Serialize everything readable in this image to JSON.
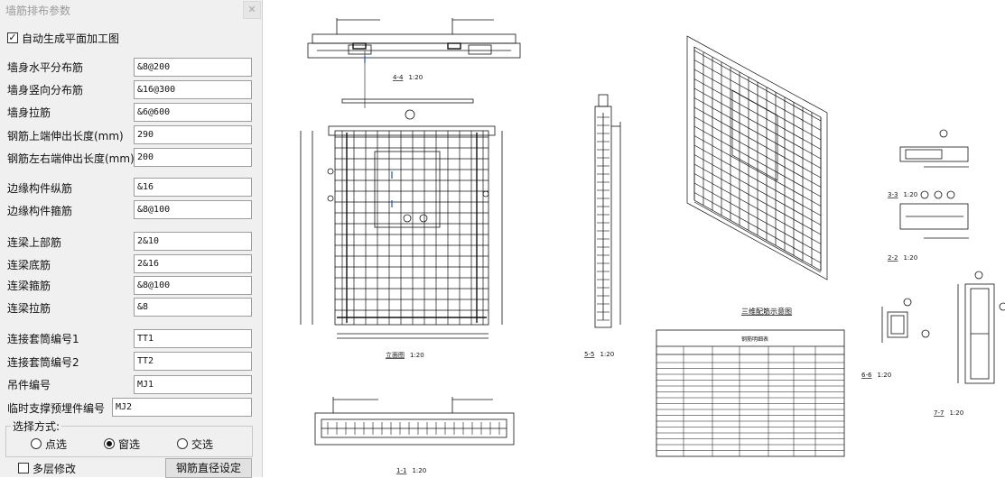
{
  "panel": {
    "title": "墙筋排布参数",
    "close_icon": "close-icon",
    "auto_generate": {
      "label": "自动生成平面加工图",
      "checked": true
    },
    "fields": [
      {
        "label": "墙身水平分布筋",
        "value": "&8@200"
      },
      {
        "label": "墙身竖向分布筋",
        "value": "&16@300"
      },
      {
        "label": "墙身拉筋",
        "value": "&6@600"
      },
      {
        "label": "钢筋上端伸出长度(mm)",
        "value": "290"
      },
      {
        "label": "钢筋左右端伸出长度(mm)",
        "value": "200"
      },
      {
        "label": "边缘构件纵筋",
        "value": "&16"
      },
      {
        "label": "边缘构件箍筋",
        "value": "&8@100"
      },
      {
        "label": "连梁上部筋",
        "value": "2&10"
      },
      {
        "label": "连梁底筋",
        "value": "2&16"
      },
      {
        "label": "连梁箍筋",
        "value": "&8@100"
      },
      {
        "label": "连梁拉筋",
        "value": "&8"
      },
      {
        "label": "连接套筒编号1",
        "value": "TT1"
      },
      {
        "label": "连接套筒编号2",
        "value": "TT2"
      },
      {
        "label": "吊件编号",
        "value": "MJ1"
      },
      {
        "label": "临时支撑预埋件编号",
        "value": "MJ2"
      }
    ],
    "select_mode": {
      "label": "选择方式:",
      "options": [
        {
          "label": "点选",
          "selected": false
        },
        {
          "label": "窗选",
          "selected": true
        },
        {
          "label": "交选",
          "selected": false
        }
      ]
    },
    "multi_layer": {
      "label": "多层修改",
      "checked": false
    },
    "diameter_button": "钢筋直径设定"
  },
  "drawing": {
    "views": {
      "section_4": {
        "name": "4-4",
        "scale": "1:20"
      },
      "elevation": {
        "name": "立面图",
        "scale": "1:20"
      },
      "section_1": {
        "name": "1-1",
        "scale": "1:20"
      },
      "section_5": {
        "name": "5-5",
        "scale": "1:20"
      },
      "view_3d": {
        "name": "三维配筋示意图"
      },
      "section_3": {
        "name": "3-3",
        "scale": "1:20"
      },
      "section_2": {
        "name": "2-2",
        "scale": "1:20"
      },
      "section_6": {
        "name": "6-6",
        "scale": "1:20"
      },
      "section_7": {
        "name": "7-7",
        "scale": "1:20"
      }
    },
    "table_title": "钢筋明细表"
  }
}
